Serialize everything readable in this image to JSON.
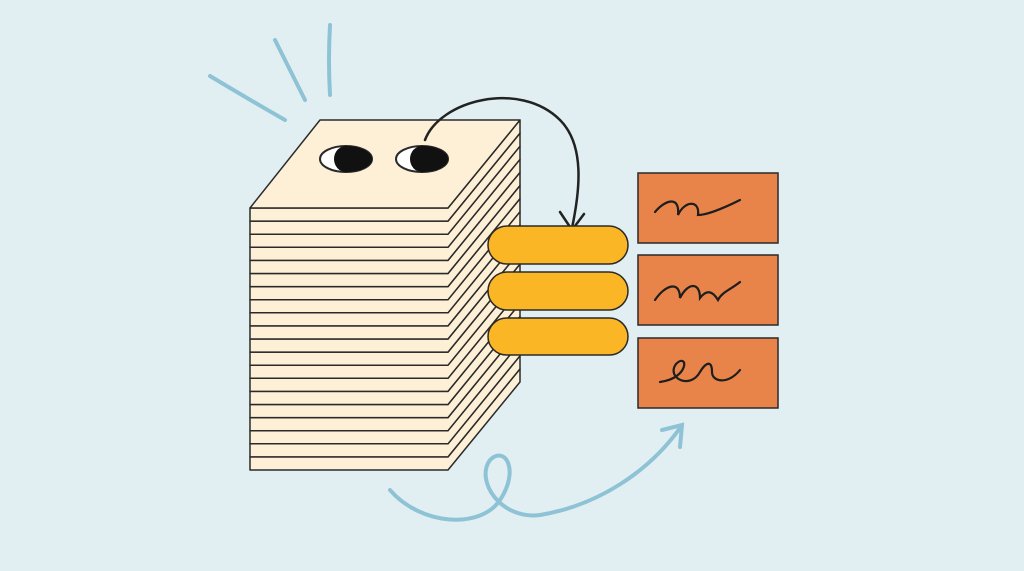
{
  "illustration": {
    "colors": {
      "background": "#e1eff2",
      "paper": "#fdf0d6",
      "outline": "#2a2a2a",
      "pill": "#fbb626",
      "card": "#e8844a",
      "accent_blue": "#8ec3d6"
    },
    "stack_layers": 20,
    "pill_count": 3,
    "card_count": 3
  }
}
